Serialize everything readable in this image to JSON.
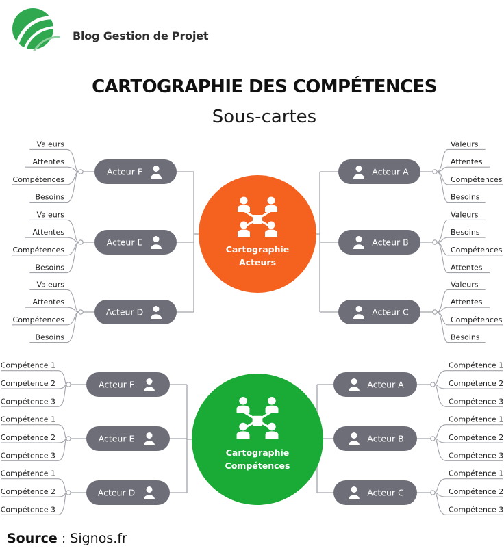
{
  "header": {
    "brand_name": "Blog Gestion de Projet",
    "logo_colors": [
      "#2fa84f",
      "#8fd19e"
    ]
  },
  "title": "CARTOGRAPHIE DES COMPÉTENCES",
  "subtitle": "Sous-cartes",
  "maps": [
    {
      "id": "acteurs",
      "hub_label": [
        "Cartographie",
        "Acteurs"
      ],
      "hub_color": "#f5611e",
      "hub_icon": "people-network-icon",
      "actors": [
        {
          "label": "Acteur F",
          "side": "left",
          "branches": [
            "Valeurs",
            "Attentes",
            "Compétences",
            "Besoins"
          ]
        },
        {
          "label": "Acteur E",
          "side": "left",
          "branches": [
            "Valeurs",
            "Attentes",
            "Compétences",
            "Besoins"
          ]
        },
        {
          "label": "Acteur D",
          "side": "left",
          "branches": [
            "Valeurs",
            "Attentes",
            "Compétences",
            "Besoins"
          ]
        },
        {
          "label": "Acteur A",
          "side": "right",
          "branches": [
            "Valeurs",
            "Attentes",
            "Compétences",
            "Besoins"
          ]
        },
        {
          "label": "Acteur B",
          "side": "right",
          "branches": [
            "Valeurs",
            "Besoins",
            "Compétences",
            "Attentes"
          ]
        },
        {
          "label": "Acteur C",
          "side": "right",
          "branches": [
            "Valeurs",
            "Attentes",
            "Compétences",
            "Besoins"
          ]
        }
      ]
    },
    {
      "id": "competences",
      "hub_label": [
        "Cartographie",
        "Compétences"
      ],
      "hub_color": "#1aab36",
      "hub_icon": "people-network-icon",
      "actors": [
        {
          "label": "Acteur F",
          "side": "left",
          "branches": [
            "Compétence 1",
            "Compétence 2",
            "Compétence 3"
          ]
        },
        {
          "label": "Acteur E",
          "side": "left",
          "branches": [
            "Compétence 1",
            "Compétence 2",
            "Compétence 3"
          ]
        },
        {
          "label": "Acteur D",
          "side": "left",
          "branches": [
            "Compétence 1",
            "Compétence 2",
            "Compétence 3"
          ]
        },
        {
          "label": "Acteur A",
          "side": "right",
          "branches": [
            "Compétence 1",
            "Compétence 2",
            "Compétence 3"
          ]
        },
        {
          "label": "Acteur B",
          "side": "right",
          "branches": [
            "Compétence 1",
            "Compétence 2",
            "Compétence 3"
          ]
        },
        {
          "label": "Acteur C",
          "side": "right",
          "branches": [
            "Compétence 1",
            "Compétence 2",
            "Compétence 3"
          ]
        }
      ]
    }
  ],
  "colors": {
    "pill": "#6d6e78",
    "line": "#a2a4ab",
    "text": "#222222"
  },
  "source": {
    "label": "Source",
    "separator": " : ",
    "value": "Signos.fr"
  }
}
